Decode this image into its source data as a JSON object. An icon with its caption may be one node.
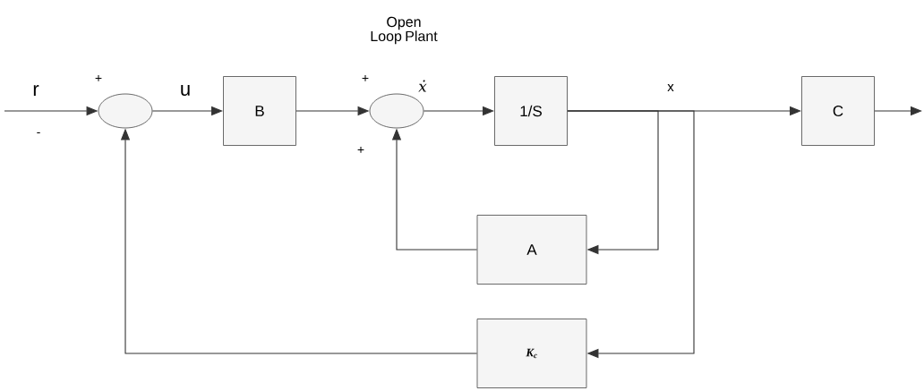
{
  "diagram": {
    "title": "Open Loop Plant",
    "nodes": [
      {
        "text": [],
        "shape": "circle"
      },
      {
        "text": [
          "B"
        ]
      },
      {
        "text": [],
        "shape": "circle"
      },
      {
        "text": [
          "1/S"
        ]
      },
      {
        "text": [
          "C"
        ]
      },
      {
        "text": [
          "A"
        ]
      },
      {
        "text": [
          "K$_{c}$"
        ]
      }
    ],
    "edges": [
      {
        "from": null,
        "to": 0,
        "arrow": "to",
        "label": "r"
      },
      {
        "from": 0,
        "to": 1,
        "arrow": "to",
        "label": "u"
      },
      {
        "from": 1,
        "to": 2,
        "arrow": "to"
      },
      {
        "from": 2,
        "to": 3,
        "arrow": "to",
        "label": "ẋ"
      },
      {
        "from": 3,
        "to": 4,
        "arrow": "to",
        "label": "x"
      },
      {
        "from": 4,
        "to": null,
        "arrow": "to"
      },
      {
        "from": 3,
        "to": 5,
        "arrow": "to"
      },
      {
        "from": 3,
        "to": 6,
        "arrow": "to"
      },
      {
        "from": 5,
        "to": 2,
        "arrow": "to"
      },
      {
        "from": 6,
        "to": 0,
        "arrow": "to"
      }
    ],
    "labels": [
      "+",
      "-",
      "+",
      "+"
    ]
  }
}
